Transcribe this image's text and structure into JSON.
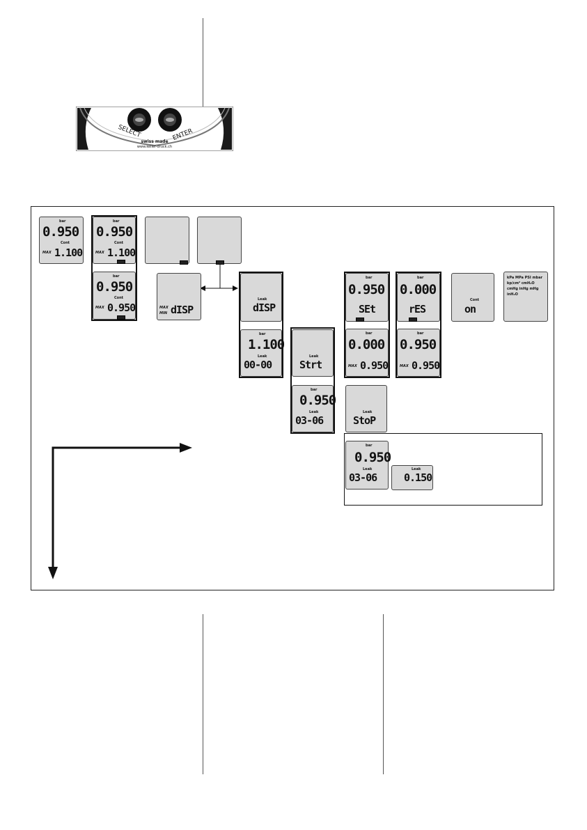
{
  "device_photo": {
    "buttons": [
      {
        "label": "SELECT"
      },
      {
        "label": "ENTER"
      }
    ],
    "brand_line1": "swiss made",
    "brand_line2": "www.keller-druck.ch"
  },
  "diagram": {
    "displays": {
      "d1": {
        "unit": "bar",
        "value": "0.950",
        "sub_label": "Cont",
        "indicator": "MAX",
        "value2": "1.100"
      },
      "d2": {
        "unit": "bar",
        "value": "0.950",
        "sub_label": "Cont",
        "indicator": "MAX",
        "value2": "1.100"
      },
      "d3": {
        "unit": "bar",
        "value": "0.950",
        "sub_label": "Cont",
        "indicator": "MAX",
        "value2": "0.950"
      },
      "d6": {
        "indicator_top": "MAX",
        "indicator_bottom": "MIN",
        "text": "dISP"
      },
      "d7": {
        "label": "Leak",
        "text": "dISP"
      },
      "d8": {
        "unit": "bar",
        "value": "0.950",
        "text": "SEt"
      },
      "d9": {
        "unit": "bar",
        "value": "0.000",
        "text": "rES"
      },
      "d10": {
        "label": "Cont",
        "text": "on"
      },
      "d11": {
        "units_text": "kPa MPa PSI mbar kp/cm² cmH₂O cmHg inHg mHg inH₂O"
      },
      "d12": {
        "unit": "bar",
        "value": "1.100",
        "label": "Leak",
        "value2": "00-00"
      },
      "d13": {
        "label": "Leak",
        "text": "Strt"
      },
      "d14": {
        "unit": "bar",
        "value": "0.000",
        "indicator": "MAX",
        "value2": "0.950"
      },
      "d15": {
        "unit": "bar",
        "value": "0.950",
        "indicator": "MAX",
        "value2": "0.950"
      },
      "d16": {
        "unit": "bar",
        "value": "0.950",
        "label": "Leak",
        "value2": "03-06"
      },
      "d17": {
        "label": "Leak",
        "text": "StoP"
      },
      "d18": {
        "unit": "bar",
        "value": "0.950",
        "label": "Leak",
        "value2": "03-06"
      },
      "d19": {
        "label": "Leak",
        "value": "0.150"
      }
    }
  }
}
